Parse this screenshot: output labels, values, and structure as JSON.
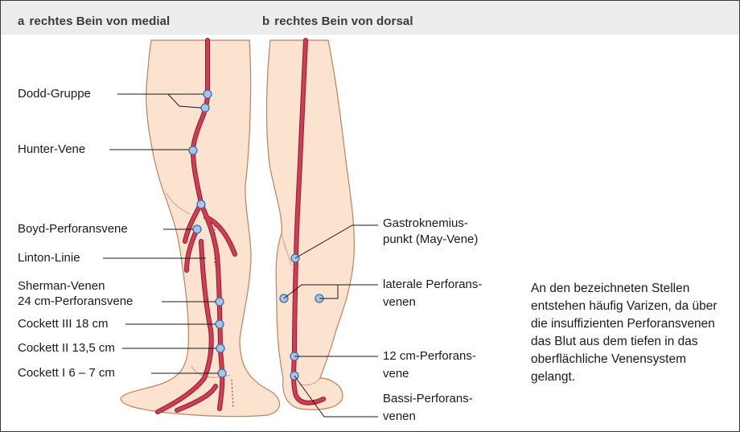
{
  "header": {
    "panel_a": {
      "letter": "a",
      "title": "rechtes Bein von medial"
    },
    "panel_b": {
      "letter": "b",
      "title": "rechtes Bein von dorsal"
    }
  },
  "labels_a": {
    "dodd": "Dodd-Gruppe",
    "hunter": "Hunter-Vene",
    "boyd": "Boyd-Perforansvene",
    "linton": "Linton-Linie",
    "sherman": "Sherman-Venen",
    "cm24": "24 cm-Perforansvene",
    "cockett3": "Cockett III  18 cm",
    "cockett2": "Cockett II  13,5 cm",
    "cockett1": "Cockett I  6 – 7 cm"
  },
  "labels_b": {
    "gastro_1": "Gastroknemius-",
    "gastro_2": "punkt (May-Vene)",
    "lateral_1": "laterale Perforans-",
    "lateral_2": "venen",
    "cm12_1": "12 cm-Perforans-",
    "cm12_2": "vene",
    "bassi_1": "Bassi-Perforans-",
    "bassi_2": "venen"
  },
  "caption": "An den bezeichneten Stellen entstehen häufig Varizen, da über die insuffizienten Perforansvenen das Blut aus dem tiefen in das oberflächliche Venensystem gelangt.",
  "colors": {
    "skin": "#fbe3cf",
    "skin_outline": "#c08060",
    "vein": "#c8324a",
    "vein_light": "#f0a0a8",
    "marker": "#a9c4e6",
    "marker_outline": "#3f6aa6",
    "header_bg": "#ececec"
  }
}
